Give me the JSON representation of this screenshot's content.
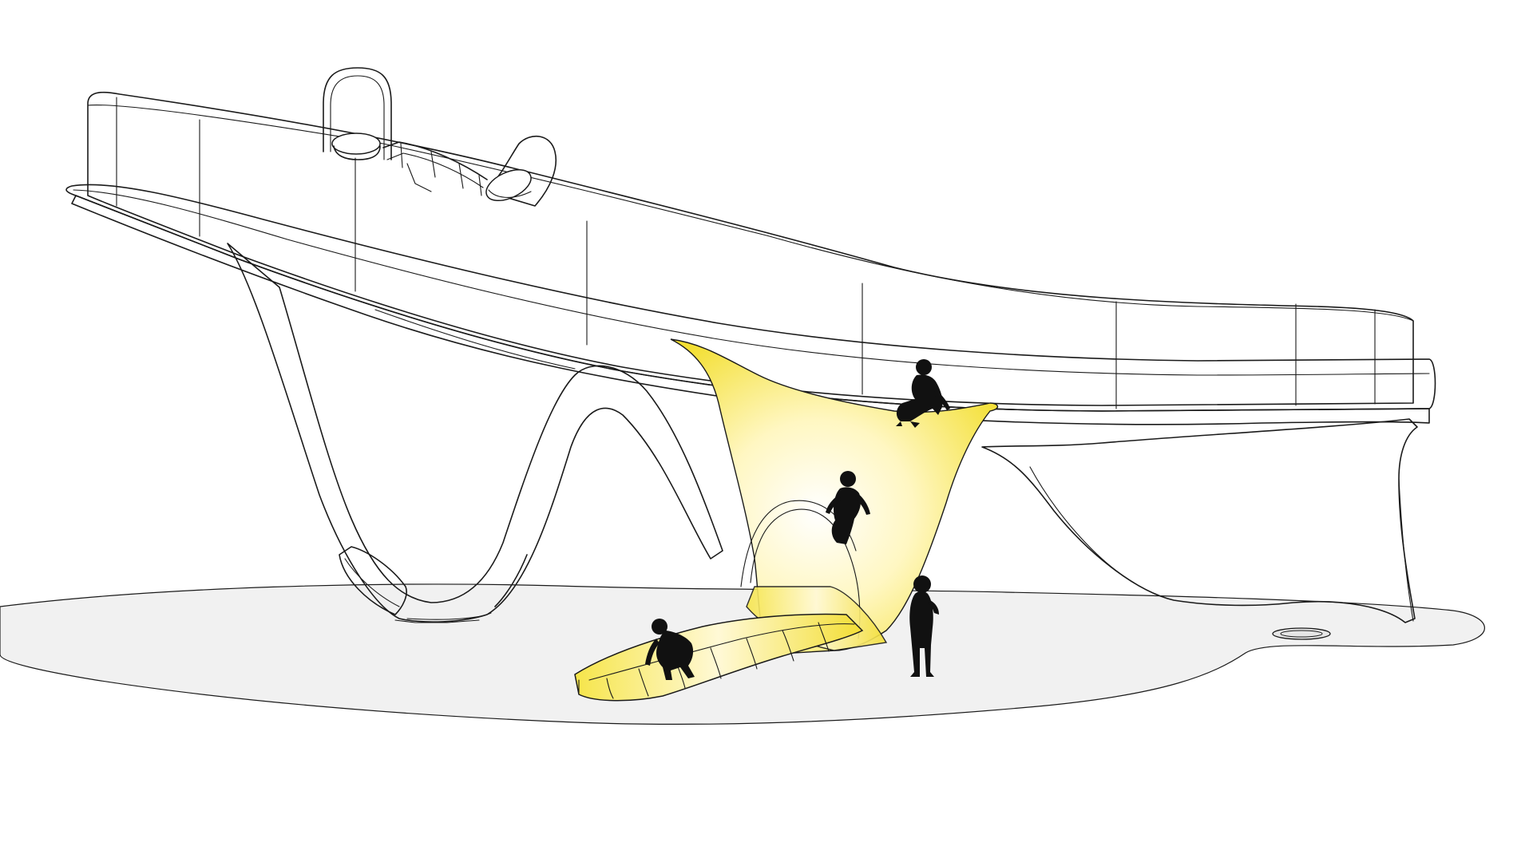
{
  "scene": {
    "subject": "playground-slide-structure",
    "elements": [
      "elevated-deck",
      "tube-slide-left",
      "tube-slide-top",
      "portal-slide-top",
      "climbing-ramp",
      "tube-slide-bottom",
      "floor-drain"
    ],
    "figures": [
      "child-sitting-deck",
      "child-swinging",
      "child-standing",
      "child-crouching"
    ]
  },
  "colors": {
    "background": "#ffffff",
    "ground": "#f1f1f1",
    "line": "#1a1a1a",
    "highlight": "#f5e43a",
    "highlight_light": "#fffbe0",
    "silhouette": "#111111"
  }
}
